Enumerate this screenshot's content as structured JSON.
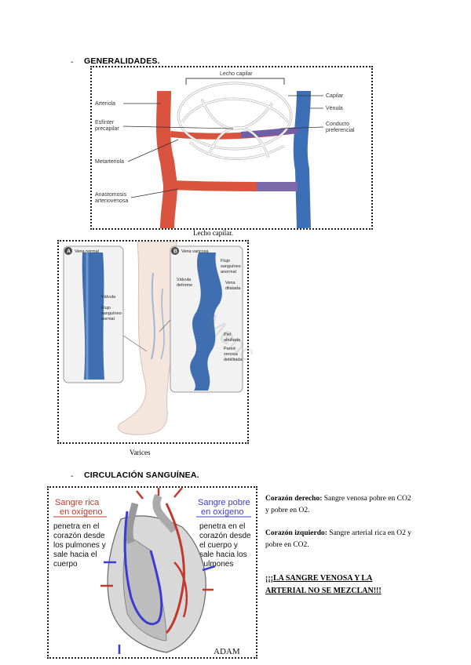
{
  "sections": {
    "generalidades": {
      "bullet": "-",
      "title": "GENERALIDADES."
    },
    "circulacion": {
      "bullet": "-",
      "title": "CIRCULACIÓN SANGUÍNEA."
    }
  },
  "figure1": {
    "caption": "Lecho capilar.",
    "labels": {
      "lecho_capilar": "Lecho capilar",
      "arteriola": "Arteriola",
      "esfinter": "Esfínter",
      "precapilar": "precapilar",
      "metarteriola": "Metarteriola",
      "anastomosis": "Anastomosis",
      "arteriovenosa": "arteriovenosa",
      "capilar": "Capilar",
      "venula": "Vénula",
      "conducto": "Conducto",
      "preferencial": "preferencial"
    }
  },
  "figure2": {
    "caption": "Varices",
    "badge_a": "A",
    "badge_b": "B",
    "labels": {
      "vena_normal": "Vena normal",
      "vena_varicosa": "Vena varicosa",
      "valvula": "Válvula",
      "flujo": "Flujo",
      "sanguineo": "sanguíneo",
      "normal": "normal",
      "flujo_sang": "Flujo",
      "sanguineo2": "sanguíneo",
      "anormal": "anormal",
      "valvula_def_1": "Válvula",
      "valvula_def_2": "deforme",
      "vena_dil_1": "Vena",
      "vena_dil_2": "dilatada",
      "piel_1": "Piel",
      "piel_2": "abultada",
      "pared_1": "Pared",
      "pared_2": "venosa",
      "pared_3": "debilitada"
    }
  },
  "figure3": {
    "left_title_1": "Sangre rica",
    "left_title_2": "en oxígeno",
    "left_text": [
      "penetra en el",
      "corazón desde",
      "los pulmones y",
      "sale hacia el",
      "cuerpo"
    ],
    "right_title_1": "Sangre pobre",
    "right_title_2": "en oxígeno",
    "right_text": [
      "penetra en el",
      "corazón desde",
      "el cuerpo y",
      "sale hacia los",
      "pulmones"
    ],
    "logo": "ADAM"
  },
  "side_notes": {
    "derecho_label": "Corazón derecho:",
    "derecho_text": " Sangre venosa pobre en CO2 y pobre en O2.",
    "izquierdo_label": "Corazón izquierdo:",
    "izquierdo_text": " Sangre arterial rica en O2 y pobre en CO2.",
    "shout": "¡¡¡LA SANGRE VENOSA Y LA ARTERIAL NO SE MEZCLAN!!!"
  },
  "watermark": "Menc",
  "colors": {
    "artery": "#d9533f",
    "vein": "#3c6fb6",
    "heart_red": "#c0392b",
    "heart_blue": "#3b3bd1"
  }
}
